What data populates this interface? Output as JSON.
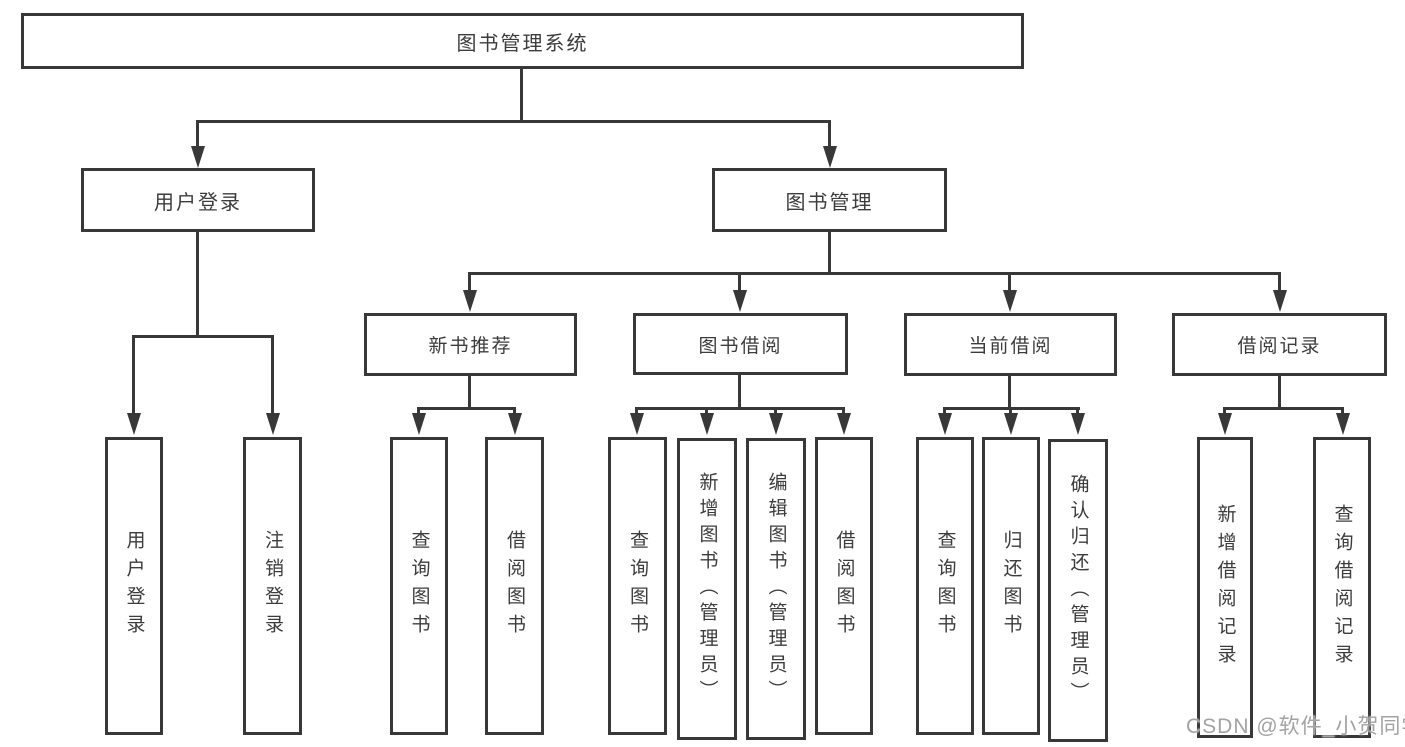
{
  "diagram": {
    "root": {
      "label": "图书管理系统"
    },
    "branches": {
      "user_login": {
        "label": "用户登录",
        "children": [
          "用户登录",
          "注销登录"
        ]
      },
      "book_mgmt": {
        "label": "图书管理",
        "sections": {
          "new_books": {
            "label": "新书推荐",
            "children": [
              "查询图书",
              "借阅图书"
            ]
          },
          "book_borrow": {
            "label": "图书借阅",
            "children": [
              "查询图书",
              "新增图书（管理员）",
              "编辑图书（管理员）",
              "借阅图书"
            ]
          },
          "current_borrow": {
            "label": "当前借阅",
            "children": [
              "查询图书",
              "归还图书",
              "确认归还（管理员）"
            ]
          },
          "borrow_records": {
            "label": "借阅记录",
            "children": [
              "新增借阅记录",
              "查询借阅记录"
            ]
          }
        }
      }
    },
    "watermark": "CSDN @软件_小贺同学",
    "colors": {
      "line": "#383838",
      "text": "#3c3c3c",
      "watermark": "#a3a3a3",
      "background": "#ffffff"
    }
  }
}
